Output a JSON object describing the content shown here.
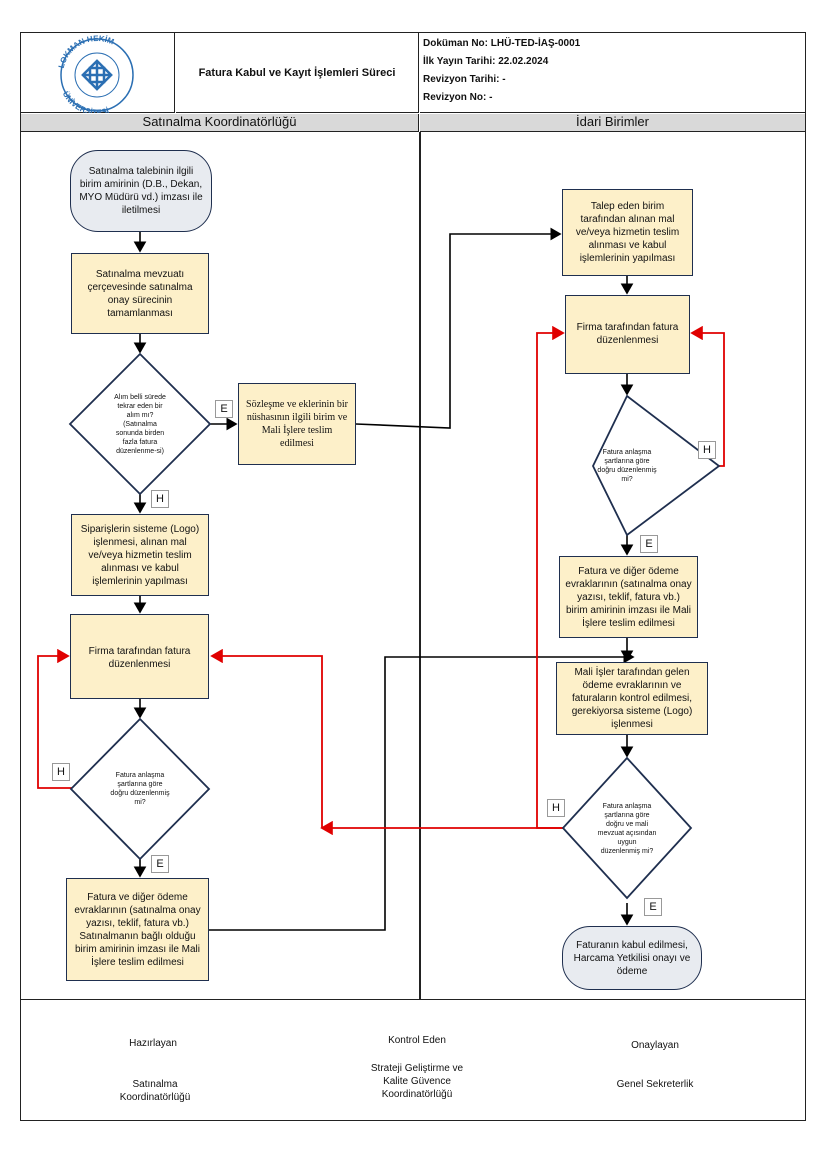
{
  "header": {
    "logo_text": "LOKMAN HEKİM ÜNİVERSİTESİ",
    "title": "Fatura Kabul ve Kayıt İşlemleri Süreci",
    "doc_no": "Doküman No: LHÜ-TED-İAŞ-0001",
    "first_date": "İlk Yayın Tarihi: 22.02.2024",
    "rev_date": "Revizyon Tarihi: -",
    "rev_no": "Revizyon No: -"
  },
  "lanes": {
    "left": "Satınalma Koordinatörlüğü",
    "right": "İdari Birimler"
  },
  "nodes": {
    "start": "Satınalma talebinin ilgili birim amirinin (D.B., Dekan, MYO Müdürü vd.) imzası ile iletilmesi",
    "approval": "Satınalma mevzuatı çerçevesinde satınalma onay sürecinin tamamlanması",
    "decision1": "Alım belli sürede tekrar eden bir alım mı? (Satınalma sonunda birden fazla fatura düzenlenme-si)",
    "contract": "Sözleşme ve eklerinin bir nüshasının ilgili birim ve Mali İşlere teslim edilmesi",
    "orders": "Siparişlerin sisteme (Logo) işlenmesi, alınan mal ve/veya hizmetin teslim alınması ve kabul işlemlerinin yapılması",
    "invoice_left": "Firma tarafından fatura düzenlenmesi",
    "decision_left": "Fatura anlaşma şartlarına göre doğru düzenlenmiş mi?",
    "deliver_left": "Fatura ve diğer ödeme evraklarının (satınalma onay yazısı, teklif, fatura vb.) Satınalmanın bağlı olduğu birim amirinin imzası ile Mali İşlere teslim edilmesi",
    "receive_right": "Talep eden birim tarafından alınan mal ve/veya hizmetin teslim alınması ve kabul işlemlerinin yapılması",
    "invoice_right": "Firma tarafından fatura düzenlenmesi",
    "decision_right1": "Fatura anlaşma şartlarına göre doğru düzenlenmiş mi?",
    "deliver_right": "Fatura ve diğer ödeme evraklarının (satınalma onay yazısı, teklif, fatura vb.) birim amirinin imzası ile Mali İşlere teslim edilmesi",
    "check_right": "Mali İşler tarafından gelen ödeme evraklarının ve faturaların kontrol edilmesi, gerekiyorsa sisteme (Logo) işlenmesi",
    "decision_right2": "Fatura anlaşma şartlarına göre doğru ve mali mevzuat açısından uygun düzenlenmiş mi?",
    "end": "Faturanın kabul edilmesi, Harcama Yetkilisi onayı ve ödeme"
  },
  "labels": {
    "yes": "E",
    "no": "H"
  },
  "footer": {
    "prepared": "Hazırlayan",
    "prepared_by": "Satınalma Koordinatörlüğü",
    "checked": "Kontrol Eden",
    "checked_by": "Strateji Geliştirme ve Kalite Güvence Koordinatörlüğü",
    "approved": "Onaylayan",
    "approved_by": "Genel Sekreterlik"
  },
  "colors": {
    "process_fill": "#fdf0c9",
    "terminal_fill": "#e8ebf0",
    "border": "#1f2f4f",
    "loop_arrow": "#e00000",
    "flow_arrow": "#000000",
    "lane_header": "#d9d9d9"
  }
}
